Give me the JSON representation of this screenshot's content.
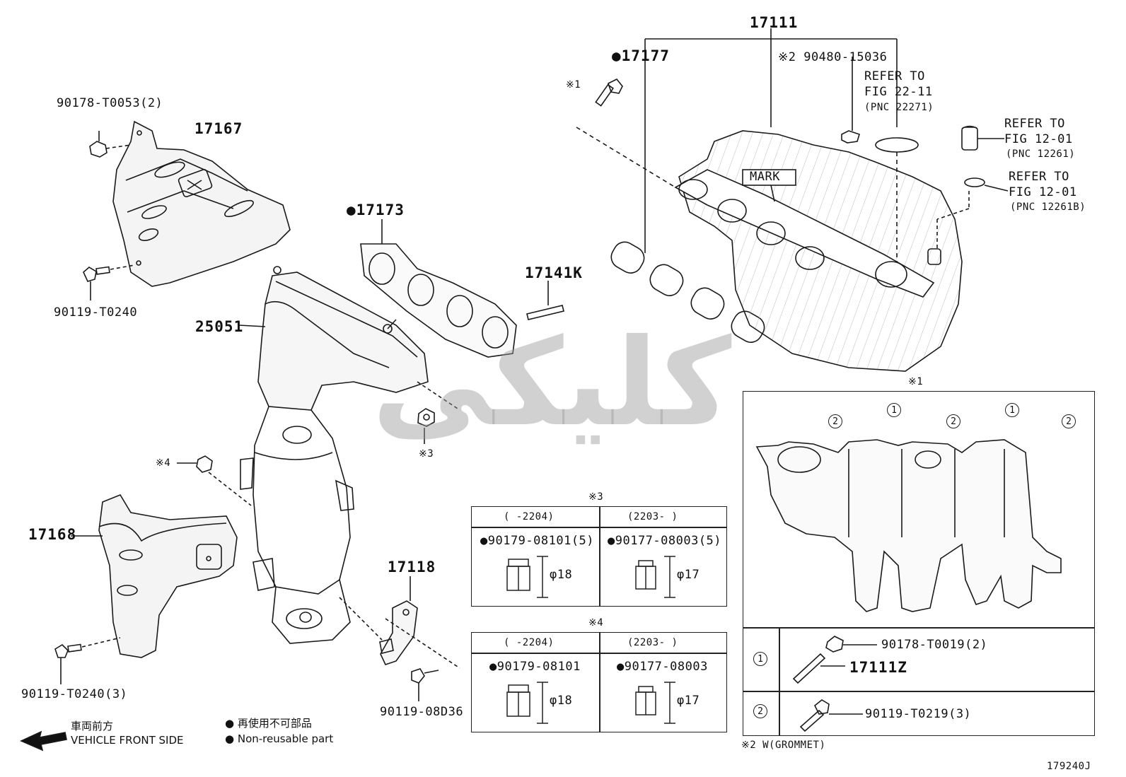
{
  "labels": {
    "p17111": "17111",
    "p17177": "●17177",
    "mark1_bolt": "※1",
    "grommet": "※2 90480-15036",
    "refer_22_11_a": "REFER TO",
    "refer_22_11_b": "FIG 22-11",
    "refer_22_11_c": "(PNC 22271)",
    "refer_12_01_a1": "REFER TO",
    "refer_12_01_a2": "FIG 12-01",
    "refer_12_01_a3": "(PNC 12261)",
    "refer_12_01_b1": "REFER TO",
    "refer_12_01_b2": "FIG 12-01",
    "refer_12_01_b3": "(PNC 12261B)",
    "mark": "MARK",
    "p90178_T0053": "90178-T0053(2)",
    "p17167": "17167",
    "p17173": "●17173",
    "p17141K": "17141K",
    "p90119_T0240": "90119-T0240",
    "p25051": "25051",
    "mark3": "※3",
    "mark4": "※4",
    "p17168": "17168",
    "p17118": "17118",
    "p90119_T0240_3": "90119-T0240(3)",
    "p90119_08D36": "90119-08D36",
    "vehicle_jp": "車両前方",
    "vehicle_en": "VEHICLE FRONT SIDE",
    "legend_jp": "● 再使用不可部品",
    "legend_en": "● Non-reusable part",
    "grommet_note": "※2 W(GROMMET)",
    "figure_id": "179240J",
    "watermark": "کلیکی"
  },
  "table3": {
    "title": "※3",
    "col1_head": "(    -2204)",
    "col2_head": "(2203-     )",
    "col1_part": "●90179-08101(5)",
    "col2_part": "●90177-08003(5)",
    "col1_dim": "φ18",
    "col2_dim": "φ17"
  },
  "table4": {
    "title": "※4",
    "col1_head": "(    -2204)",
    "col2_head": "(2203-     )",
    "col1_part": "●90179-08101",
    "col2_part": "●90177-08003",
    "col1_dim": "φ18",
    "col2_dim": "φ17"
  },
  "detail1": {
    "title": "※1",
    "markers": [
      "2",
      "1",
      "2",
      "1",
      "2"
    ],
    "row1_num": "1",
    "row1_part_a": "90178-T0019(2)",
    "row1_part_b": "17111Z",
    "row2_num": "2",
    "row2_part": "90119-T0219(3)"
  }
}
